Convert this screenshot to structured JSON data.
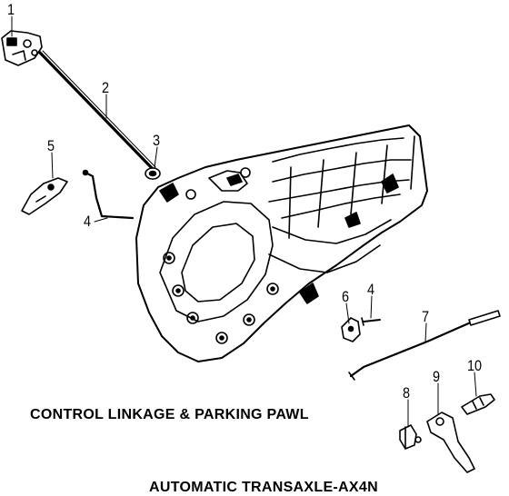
{
  "diagram": {
    "caption_title": "CONTROL LINKAGE & PARKING PAWL",
    "caption_subtitle": "AUTOMATIC TRANSAXLE-AX4N",
    "callouts": [
      {
        "id": "1",
        "label": "1"
      },
      {
        "id": "2",
        "label": "2"
      },
      {
        "id": "3",
        "label": "3"
      },
      {
        "id": "4a",
        "label": "4"
      },
      {
        "id": "5",
        "label": "5"
      },
      {
        "id": "6",
        "label": "6"
      },
      {
        "id": "4b",
        "label": "4"
      },
      {
        "id": "7",
        "label": "7"
      },
      {
        "id": "8",
        "label": "8"
      },
      {
        "id": "9",
        "label": "9"
      },
      {
        "id": "10",
        "label": "10"
      }
    ]
  }
}
